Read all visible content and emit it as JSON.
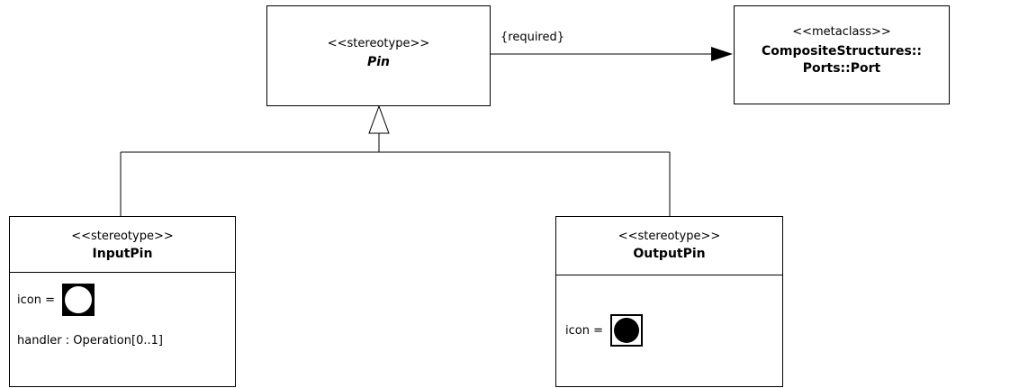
{
  "pin": {
    "stereotype": "<<stereotype>>",
    "name": "Pin"
  },
  "metaclass": {
    "stereotype": "<<metaclass>>",
    "name_line1": "CompositeStructures::",
    "name_line2": "Ports::Port"
  },
  "association": {
    "constraint": "{required}"
  },
  "input_pin": {
    "stereotype": "<<stereotype>>",
    "name": "InputPin",
    "icon_label": "icon =",
    "handler_label": "handler : Operation[0..1]"
  },
  "output_pin": {
    "stereotype": "<<stereotype>>",
    "name": "OutputPin",
    "icon_label": "icon ="
  }
}
